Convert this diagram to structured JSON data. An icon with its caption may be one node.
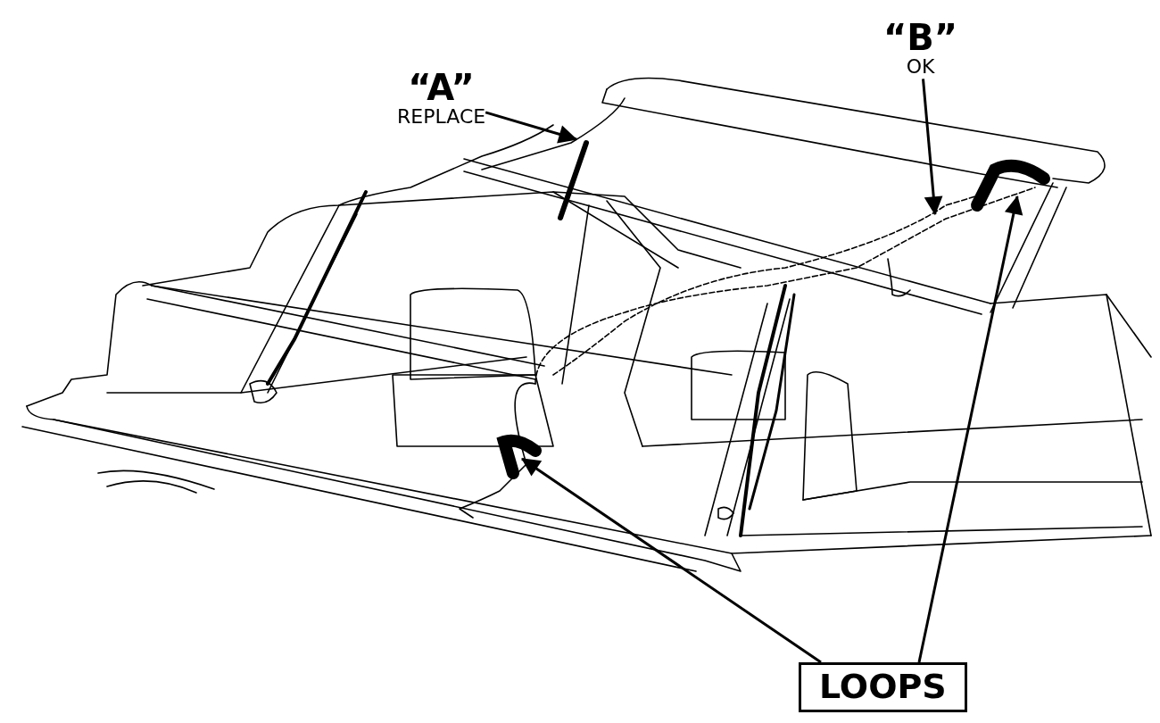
{
  "diagram": {
    "nodes": [
      {
        "text": [
          "“A”",
          "REPLACE"
        ]
      },
      {
        "text": [
          "“B”",
          "OK"
        ]
      },
      {
        "text": [
          "LOOPS"
        ]
      }
    ],
    "edges": [
      {
        "from": 0,
        "to": null,
        "arrow": "to"
      },
      {
        "from": 1,
        "to": null,
        "arrow": "to"
      },
      {
        "from": 2,
        "to": null,
        "arrow": "to"
      },
      {
        "from": 2,
        "to": null,
        "arrow": "to"
      }
    ]
  }
}
